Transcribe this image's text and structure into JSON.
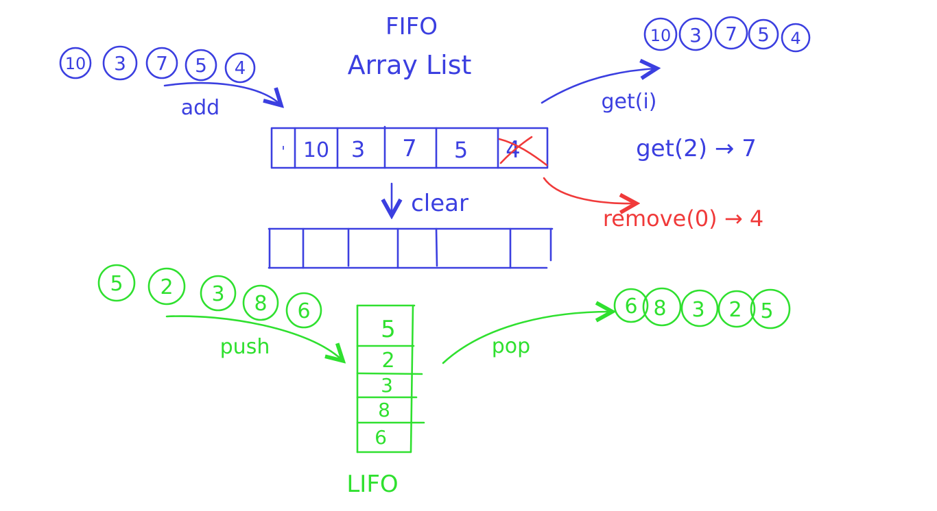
{
  "colors": {
    "blue": "#3b3fe0",
    "red": "#f03a3a",
    "green": "#2fe02f"
  },
  "fifo": {
    "title": "FIFO",
    "subtitle": "Array List",
    "input_items": [
      "10",
      "3",
      "7",
      "5",
      "4"
    ],
    "add_label": "add",
    "array_cells": [
      "'",
      "10",
      "3",
      "7",
      "5",
      "4"
    ],
    "clear_label": "clear",
    "get_label": "get(i)",
    "output_items": [
      "10",
      "3",
      "7",
      "5",
      "4"
    ],
    "get_example": "get(2) → 7",
    "remove_example": "remove(0) → 4"
  },
  "lifo": {
    "title": "LIFO",
    "input_items": [
      "5",
      "2",
      "3",
      "8",
      "6"
    ],
    "push_label": "push",
    "stack_cells": [
      "5",
      "2",
      "3",
      "8",
      "6"
    ],
    "pop_label": "pop",
    "output_items": [
      "6",
      "8",
      "3",
      "2",
      "5"
    ]
  }
}
